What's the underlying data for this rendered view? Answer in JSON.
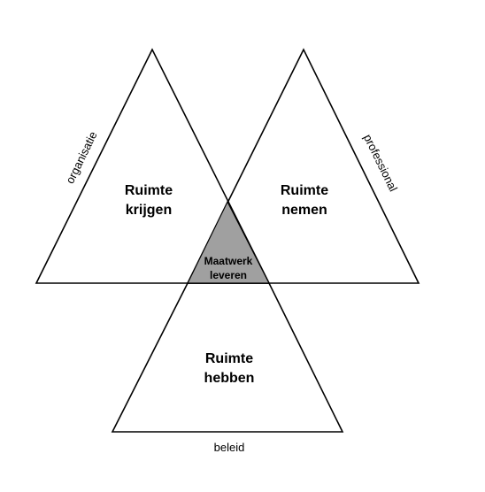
{
  "triangles": {
    "left": {
      "line1": "Ruimte",
      "line2": "krijgen",
      "side_label": "organisatie"
    },
    "right": {
      "line1": "Ruimte",
      "line2": "nemen",
      "side_label": "professional"
    },
    "bottom": {
      "line1": "Ruimte",
      "line2": "hebben",
      "side_label": "beleid"
    }
  },
  "center": {
    "line1": "Maatwerk",
    "line2": "leveren",
    "fill": "#a0a0a0"
  }
}
